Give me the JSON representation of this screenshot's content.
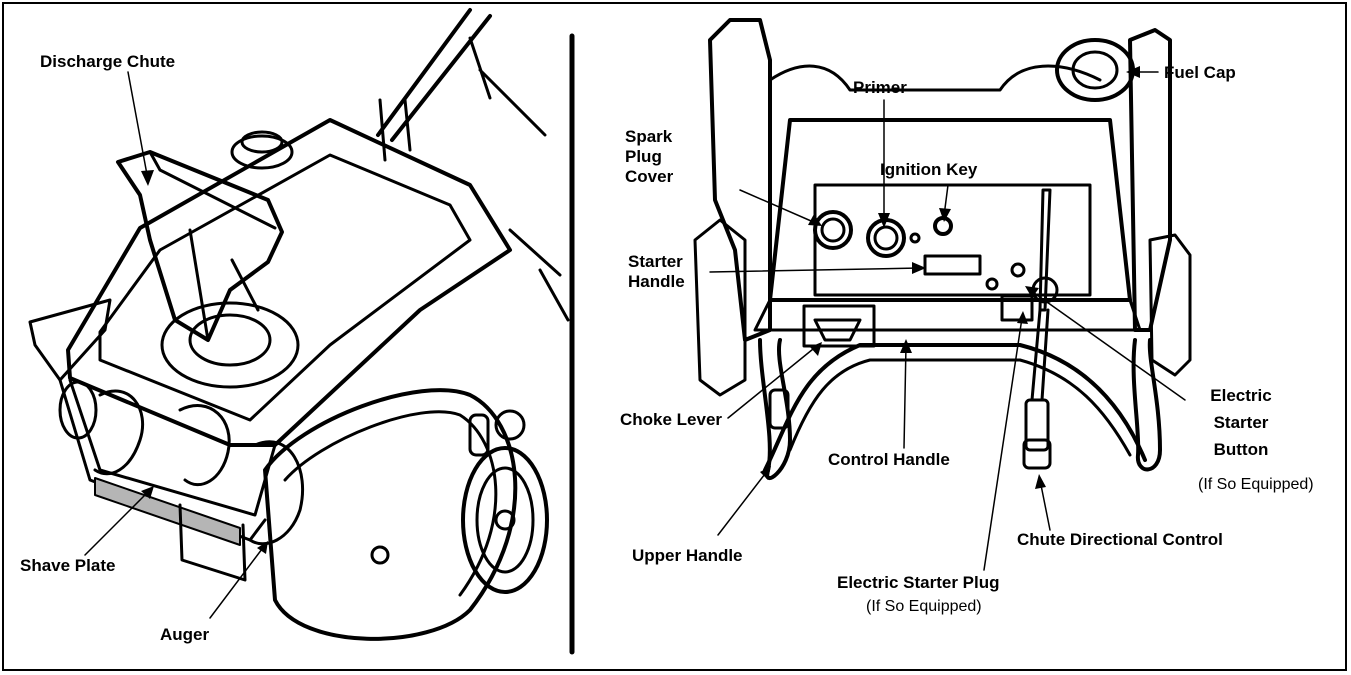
{
  "colors": {
    "line": "#000000",
    "background": "#ffffff",
    "mesh": "#b5b5b5"
  },
  "left_panel": {
    "labels": {
      "discharge_chute": "Discharge Chute",
      "shave_plate": "Shave Plate",
      "auger": "Auger"
    }
  },
  "right_panel": {
    "labels": {
      "primer": "Primer",
      "fuel_cap": "Fuel Cap",
      "spark_plug_cover": [
        "Spark",
        "Plug",
        "Cover"
      ],
      "ignition_key": "Ignition Key",
      "starter_handle": [
        "Starter",
        "Handle"
      ],
      "choke_lever": "Choke Lever",
      "control_handle": "Control Handle",
      "electric_starter_button": [
        "Electric",
        "Starter",
        "Button"
      ],
      "electric_starter_button_note": "(If So Equipped)",
      "upper_handle": "Upper Handle",
      "chute_directional_control": "Chute Directional Control",
      "electric_starter_plug": "Electric Starter Plug",
      "electric_starter_plug_note": "(If So Equipped)"
    }
  }
}
